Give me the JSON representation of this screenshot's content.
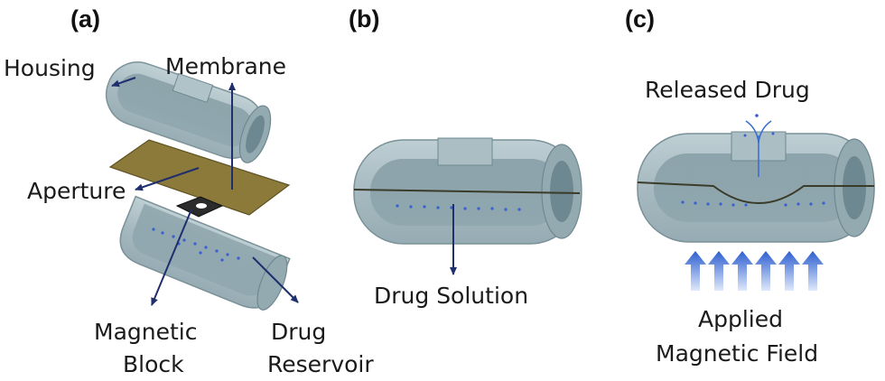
{
  "panels": {
    "a": {
      "label": "(a)",
      "labels": {
        "housing": "Housing",
        "membrane": "Membrane",
        "aperture": "Aperture",
        "magnetic_block_line1": "Magnetic",
        "magnetic_block_line2": "Block",
        "drug_reservoir_line1": "Drug",
        "drug_reservoir_line2": "Reservoir"
      }
    },
    "b": {
      "label": "(b)",
      "labels": {
        "drug_solution": "Drug Solution"
      }
    },
    "c": {
      "label": "(c)",
      "labels": {
        "released_drug": "Released Drug",
        "field_line1": "Applied",
        "field_line2": "Magnetic Field"
      }
    }
  },
  "colors": {
    "housing_fill": "#a9bcc2",
    "housing_stroke": "#6f8890",
    "inner_fill": "#5f7a84",
    "membrane": "#8b7a3a",
    "annotation_arrow": "#1f2f6e",
    "field_arrow": "#3b6fd0",
    "drug_dot": "#3a5fd0"
  }
}
